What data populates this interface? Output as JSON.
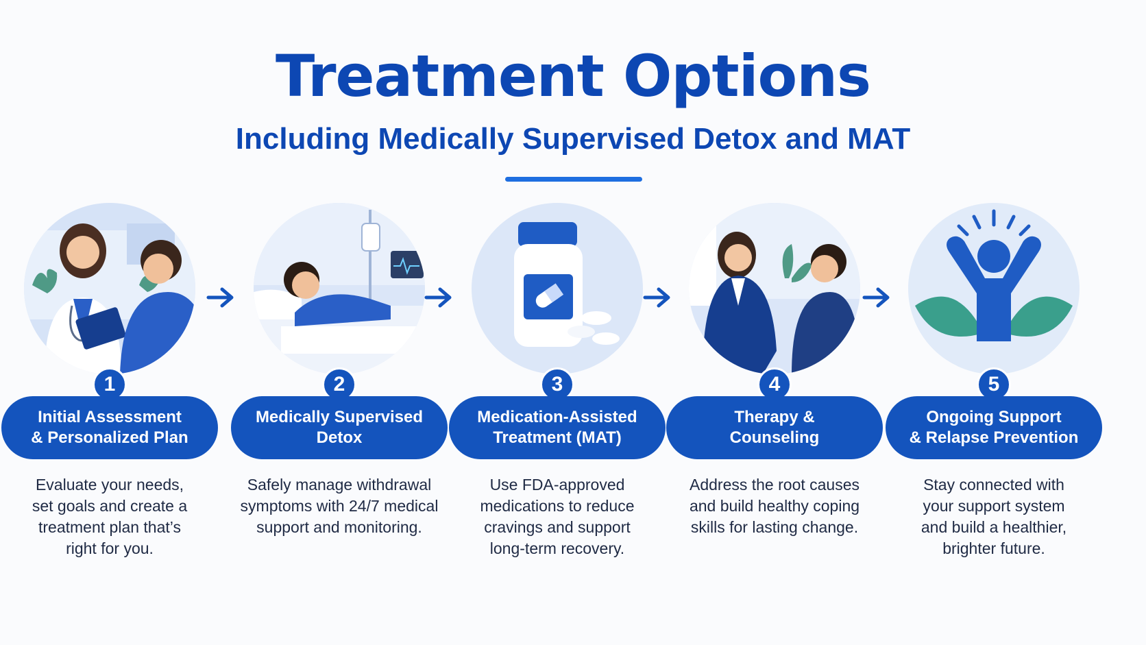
{
  "header": {
    "title": "Treatment Options",
    "subtitle": "Including Medically Supervised Detox and MAT"
  },
  "colors": {
    "primary": "#1454bd",
    "title": "#0d47b3",
    "accent": "#1e6ee0",
    "leaf": "#3a9f8c",
    "circle_bg": "#dbe6f8"
  },
  "steps": [
    {
      "number": "1",
      "title": "Initial Assessment\n& Personalized Plan",
      "description": "Evaluate your needs,\nset goals and create a\ntreatment plan that’s\nright for you.",
      "icon": "doctor-consultation-illustration"
    },
    {
      "number": "2",
      "title": "Medically Supervised\nDetox",
      "description": "Safely manage withdrawal\nsymptoms with 24/7 medical\nsupport and monitoring.",
      "icon": "hospital-bed-illustration"
    },
    {
      "number": "3",
      "title": "Medication-Assisted\nTreatment (MAT)",
      "description": "Use FDA-approved\nmedications to reduce\ncravings and support\nlong-term recovery.",
      "icon": "medication-bottle-illustration"
    },
    {
      "number": "4",
      "title": "Therapy &\nCounseling",
      "description": "Address the root causes\nand build healthy coping\nskills for lasting change.",
      "icon": "therapy-session-illustration"
    },
    {
      "number": "5",
      "title": "Ongoing Support\n& Relapse Prevention",
      "description": "Stay connected with\nyour support system\nand build a healthier,\nbrighter future.",
      "icon": "celebrating-person-illustration"
    }
  ]
}
